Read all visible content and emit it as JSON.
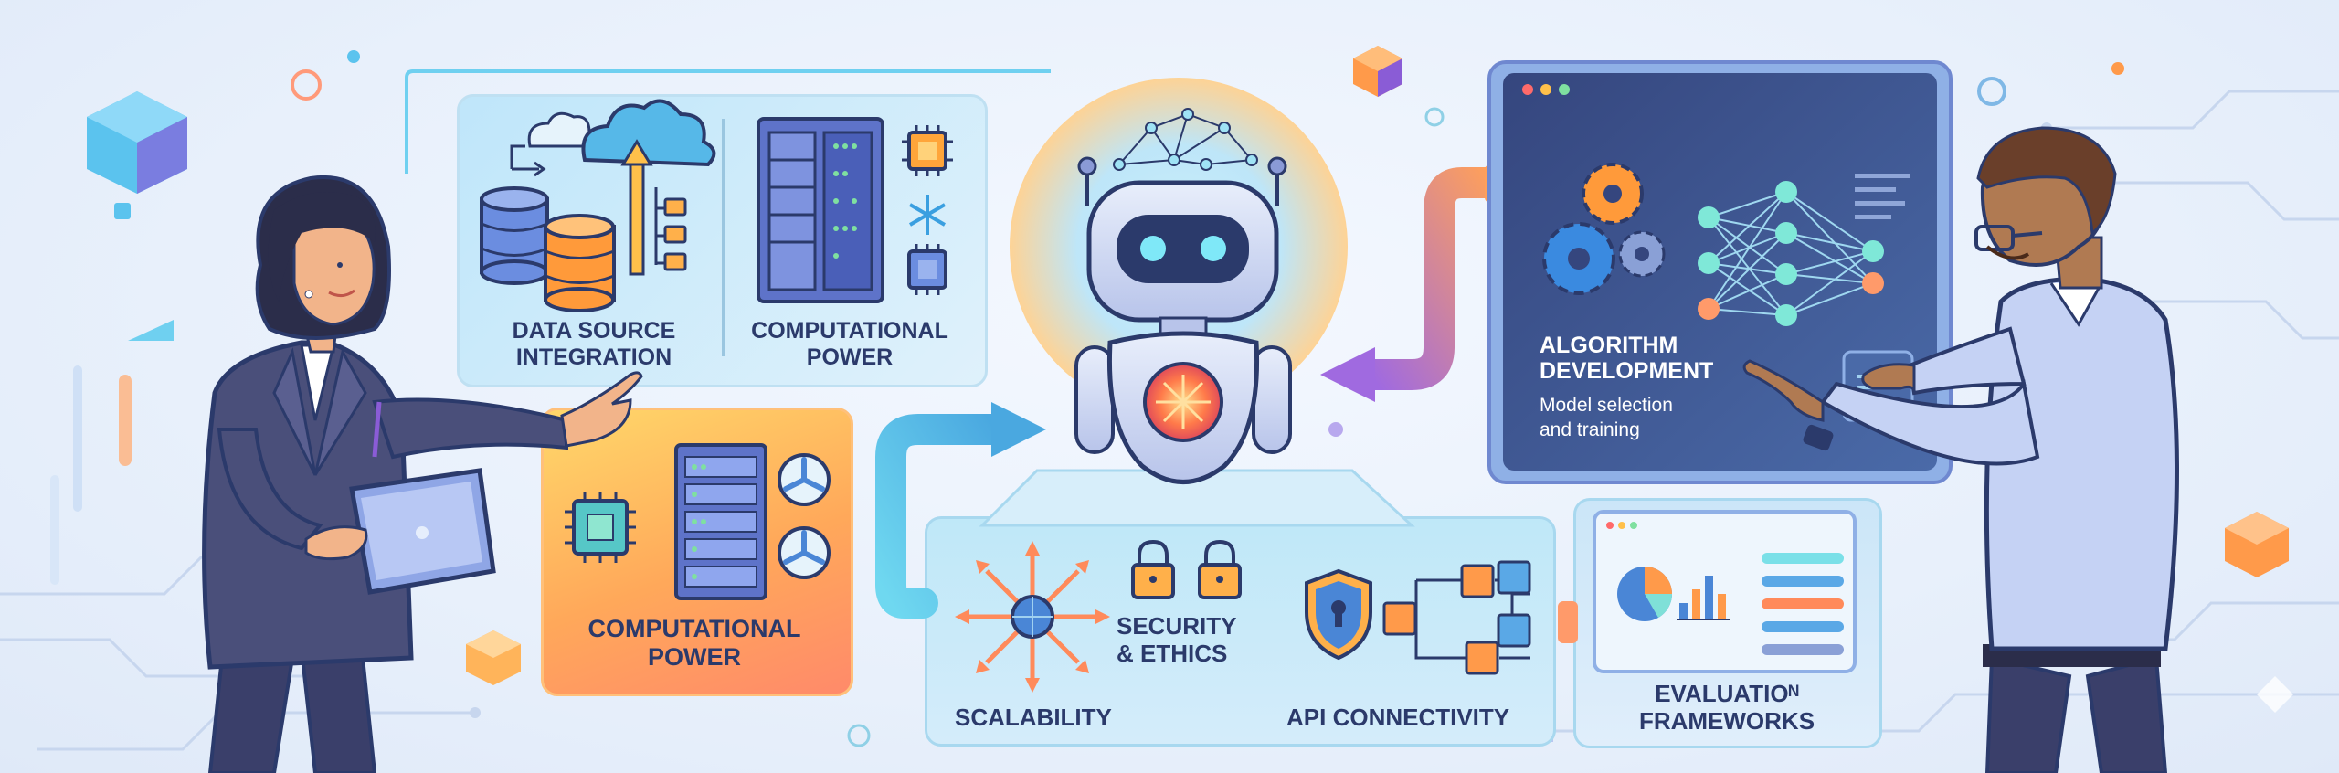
{
  "labels": {
    "data_source": [
      "DATA SOURCE",
      "INTEGRATION"
    ],
    "computational_top": [
      "COMPUTATIONAL",
      "POWER"
    ],
    "computational_bottom": [
      "COMPUTATIONAL",
      "POWER"
    ],
    "algorithm_title": [
      "ALGORITHM",
      "DEVELOPMENT"
    ],
    "algorithm_sub": [
      "Model selection",
      "and training"
    ],
    "security": [
      "SECURITY",
      "& ETHICS"
    ],
    "scalability": "SCALABILITY",
    "api": "API CONNECTIVITY",
    "evaluation": [
      "EVALUATIOᴺ",
      "FRAMEWORKS"
    ]
  },
  "colors": {
    "navy": "#2b3a6b",
    "cyan": "#4cc9e6",
    "purple": "#8a5cd6",
    "orange": "#ff9a4a",
    "panel_blue": "#cfe8f8",
    "panel_orange": "#ffb45a",
    "screen_dark": "#2f3f78"
  },
  "icons": [
    "cloud-icon",
    "database-icon",
    "folder-icon",
    "server-icon",
    "cpu-chip-icon",
    "snowflake-icon",
    "fan-icon",
    "robot-icon",
    "brain-network-icon",
    "gear-icon",
    "neural-network-icon",
    "padlock-icon",
    "shield-lock-icon",
    "network-arrows-icon",
    "flowchart-icon",
    "pie-chart-icon",
    "bar-chart-icon",
    "tablet-icon"
  ]
}
